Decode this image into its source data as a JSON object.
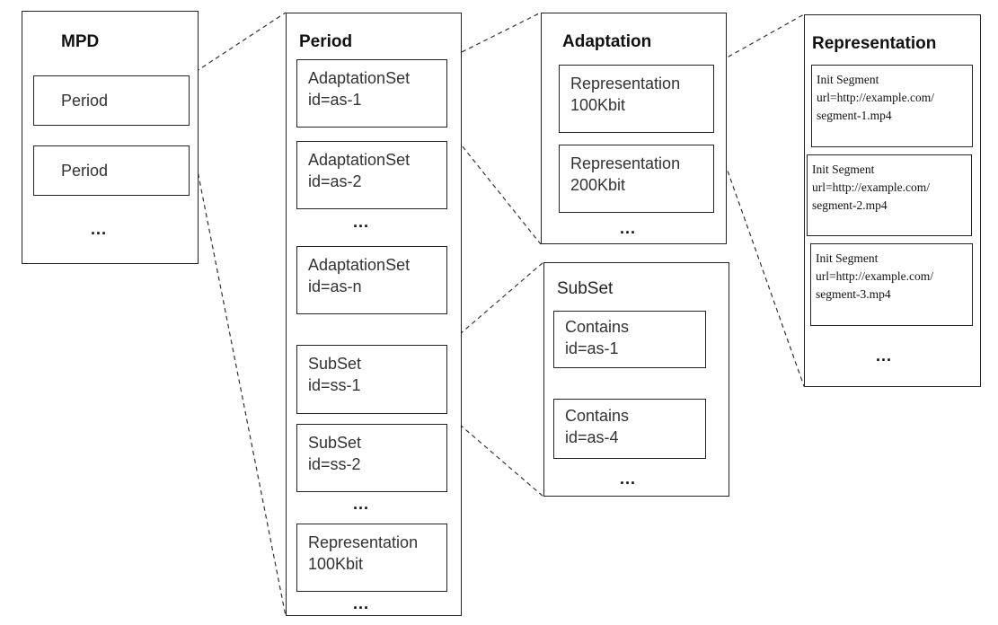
{
  "mpd": {
    "title": "MPD",
    "items": [
      "Period",
      "Period"
    ],
    "more": "..."
  },
  "period": {
    "title": "Period",
    "items": [
      {
        "line1": "AdaptationSet",
        "line2": "id=as-1"
      },
      {
        "line1": "AdaptationSet",
        "line2": "id=as-2"
      },
      {
        "line1": "AdaptationSet",
        "line2": "id=as-n"
      },
      {
        "line1": "SubSet",
        "line2": "id=ss-1"
      },
      {
        "line1": "SubSet",
        "line2": "id=ss-2"
      },
      {
        "line1": "Representation",
        "line2": "100Kbit"
      }
    ],
    "more": "..."
  },
  "adaptation": {
    "title": "Adaptation",
    "items": [
      {
        "line1": "Representation",
        "line2": "100Kbit"
      },
      {
        "line1": "Representation",
        "line2": "200Kbit"
      }
    ],
    "more": "..."
  },
  "subset": {
    "title": "SubSet",
    "items": [
      {
        "line1": "Contains",
        "line2": "id=as-1"
      },
      {
        "line1": "Contains",
        "line2": "id=as-4"
      }
    ],
    "more": "..."
  },
  "representation": {
    "title": "Representation",
    "segments": [
      {
        "line1": "Init Segment",
        "line2": "url=http://example.com/",
        "line3": "segment-1.mp4"
      },
      {
        "line1": "Init Segment",
        "line2": "url=http://example.com/",
        "line3": "segment-2.mp4"
      },
      {
        "line1": "Init Segment",
        "line2": "url=http://example.com/",
        "line3": "segment-3.mp4"
      }
    ],
    "more": "..."
  },
  "colors": {
    "stroke": "#222222",
    "background": "#ffffff"
  }
}
